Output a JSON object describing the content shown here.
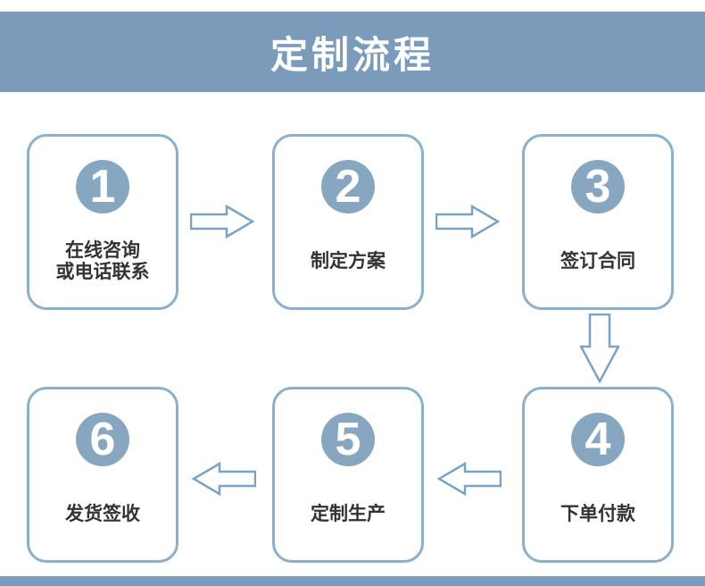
{
  "page": {
    "title": "定制流程"
  },
  "colors": {
    "background": "#ffffff",
    "banner": "#7a9bb9",
    "badge": "#87a7c0",
    "card-border": "#8ab0cb",
    "arrow": "#7aa2c4",
    "label-text": "#333333",
    "number-text": "#ffffff"
  },
  "steps": [
    {
      "number": "1",
      "lines": [
        "在线咨询",
        "或电话联系"
      ]
    },
    {
      "number": "2",
      "lines": [
        "制定方案"
      ]
    },
    {
      "number": "3",
      "lines": [
        "签订合同"
      ]
    },
    {
      "number": "4",
      "lines": [
        "下单付款"
      ]
    },
    {
      "number": "5",
      "lines": [
        "定制生产"
      ]
    },
    {
      "number": "6",
      "lines": [
        "发货签收"
      ]
    }
  ],
  "flow": {
    "arrows": [
      {
        "from": "1",
        "to": "2",
        "direction": "right"
      },
      {
        "from": "2",
        "to": "3",
        "direction": "right"
      },
      {
        "from": "3",
        "to": "4",
        "direction": "down"
      },
      {
        "from": "4",
        "to": "5",
        "direction": "left"
      },
      {
        "from": "5",
        "to": "6",
        "direction": "left"
      }
    ]
  }
}
